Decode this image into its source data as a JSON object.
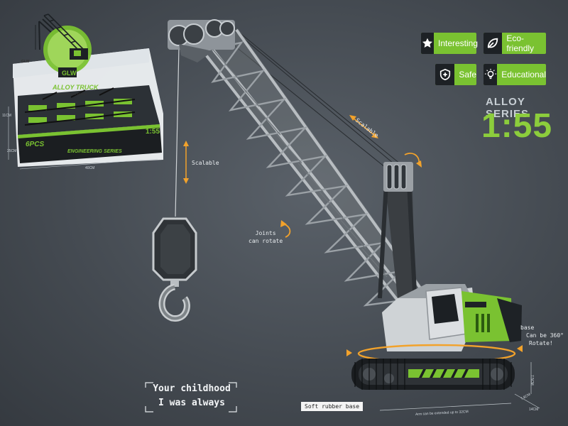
{
  "badges": [
    {
      "label": "Interesting",
      "icon": "star-icon"
    },
    {
      "label": "Eco-friendly",
      "icon": "leaf-icon"
    },
    {
      "label": "Safe",
      "icon": "shield-icon"
    },
    {
      "label": "Educational",
      "icon": "lightbulb-icon"
    }
  ],
  "series": {
    "label": "ALLOY SERIES",
    "scale": "1:55"
  },
  "annotations": {
    "scalable_hook": "Scalable",
    "scalable_boom": "Scalable",
    "joints": [
      "Joints",
      "can rotate"
    ],
    "base_rotate": [
      "base",
      "Can be 360°",
      "Rotate!"
    ],
    "soft_base": "Soft rubber base",
    "arm_extend": "Arm can be extended up to 32CM",
    "dim_w": "14CM",
    "dim_h": "7.5CM",
    "dim_d": "7.8CM"
  },
  "tagline": {
    "line1": "Your childhood",
    "line2": "I was always"
  },
  "package": {
    "brand": "GLW",
    "title": "ALLOY TRUCK",
    "subtitle": "ENGINEERING SERIES",
    "count": "6PCS",
    "scale": "1:55",
    "series_name": "ENGINEERING SERIES",
    "dim_width": "40CM",
    "dim_depth": "25CM",
    "dim_height": "11CM",
    "side_mark": "GLW"
  },
  "colors": {
    "accent": "#7ac231",
    "dark": "#1d2125",
    "bg": "#454b52"
  }
}
